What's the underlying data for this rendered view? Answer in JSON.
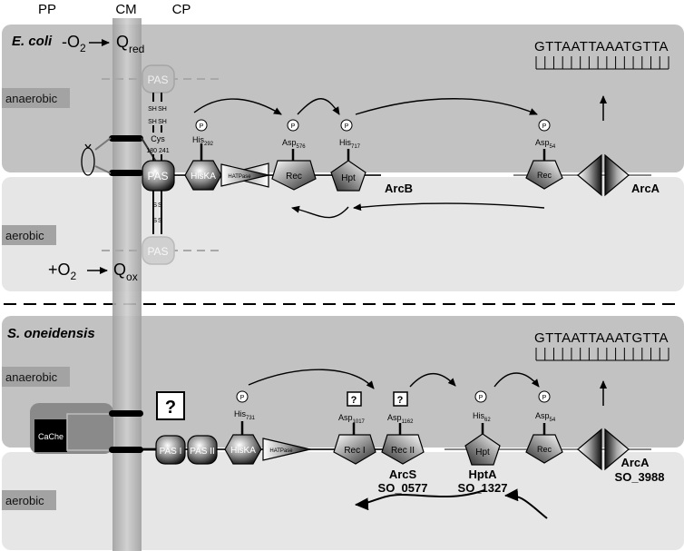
{
  "compartments": {
    "pp": "PP",
    "cm": "CM",
    "cp": "CP"
  },
  "ecoli": {
    "organism": "E. coli",
    "oxygen_minus": "-O",
    "oxygen_minus_sub": "2",
    "q_red": "Q",
    "q_red_sub": "red",
    "oxygen_plus": "+O",
    "oxygen_plus_sub": "2",
    "q_ox": "Q",
    "q_ox_sub": "ox",
    "anaerobic": "anaerobic",
    "aerobic": "aerobic",
    "dna": "GTTAATTAAATGTTA",
    "sh_left": "SH",
    "sh_right": "SH",
    "cys": "Cys",
    "cys_residues": "180 241",
    "s_left": "S",
    "s_right": "S",
    "pas": "PAS",
    "hiska": "HisKA",
    "hatpase": "HATPase",
    "rec": "Rec",
    "hpt": "Hpt",
    "arca_rec": "Rec",
    "phospho": "P",
    "his292": "His",
    "his292_sub": "292",
    "asp576": "Asp",
    "asp576_sub": "576",
    "his717": "His",
    "his717_sub": "717",
    "asp54": "Asp",
    "asp54_sub": "54",
    "arcb": "ArcB",
    "arca": "ArcA"
  },
  "soneidensis": {
    "organism": "S. oneidensis",
    "anaerobic": "anaerobic",
    "aerobic": "aerobic",
    "dna": "GTTAATTAAATGTTA",
    "cache": "CaChe",
    "question": "?",
    "pas1": "PAS I",
    "pas2": "PAS II",
    "hiska": "HisKA",
    "hatpase": "HATPase",
    "rec1": "Rec I",
    "rec2": "Rec II",
    "hpt": "Hpt",
    "arca_rec": "Rec",
    "phospho": "P",
    "his731": "His",
    "his731_sub": "731",
    "asp1017": "Asp",
    "asp1017_sub": "1017",
    "asp1162": "Asp",
    "asp1162_sub": "1162",
    "his62": "His",
    "his62_sub": "62",
    "asp54": "Asp",
    "asp54_sub": "54",
    "arcs": "ArcS",
    "arcs_id": "SO_0577",
    "hpta": "HptA",
    "hpta_id": "SO_1327",
    "arca": "ArcA",
    "arca_id": "SO_3988"
  }
}
